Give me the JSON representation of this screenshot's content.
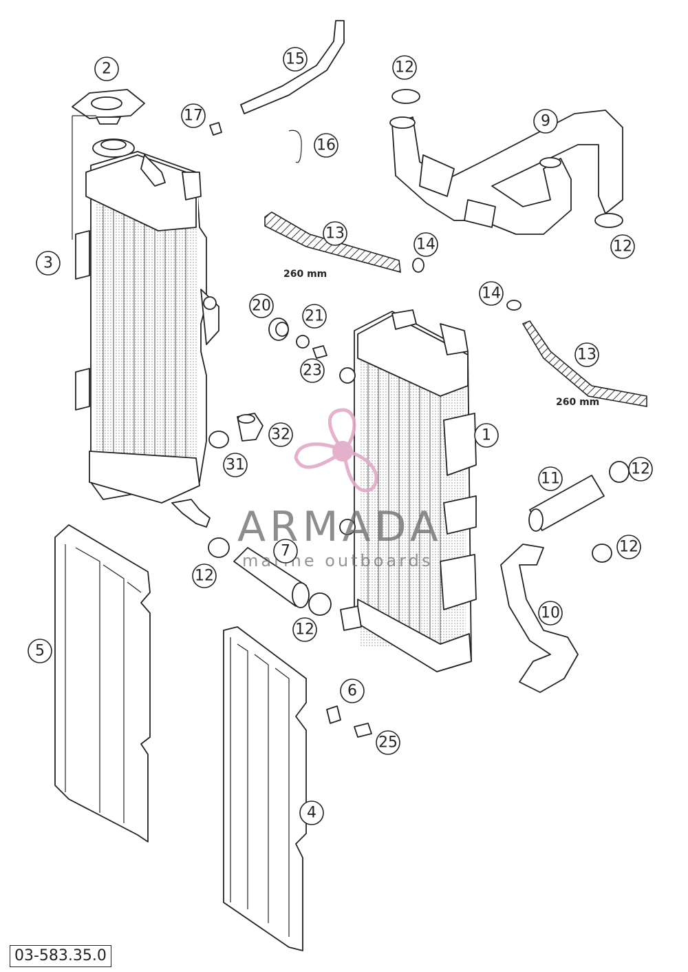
{
  "drawing_code": "03-583.35.0",
  "dimension_labels": {
    "hose_upper": "260 mm",
    "hose_right": "260 mm"
  },
  "watermark": {
    "brand": "ARMADA",
    "tagline": "marine outboards",
    "color": "#e2a9c8"
  },
  "callouts": {
    "p1": "1",
    "p2": "2",
    "p3": "3",
    "p4": "4",
    "p5": "5",
    "p6": "6",
    "p7": "7",
    "p9": "9",
    "p10": "10",
    "p11": "11",
    "p12a": "12",
    "p12b": "12",
    "p12c": "12",
    "p12d": "12",
    "p12e": "12",
    "p12f": "12",
    "p13a": "13",
    "p13b": "13",
    "p14a": "14",
    "p14b": "14",
    "p15": "15",
    "p16": "16",
    "p17": "17",
    "p20": "20",
    "p21": "21",
    "p23": "23",
    "p25": "25",
    "p31": "31",
    "p32": "32"
  }
}
